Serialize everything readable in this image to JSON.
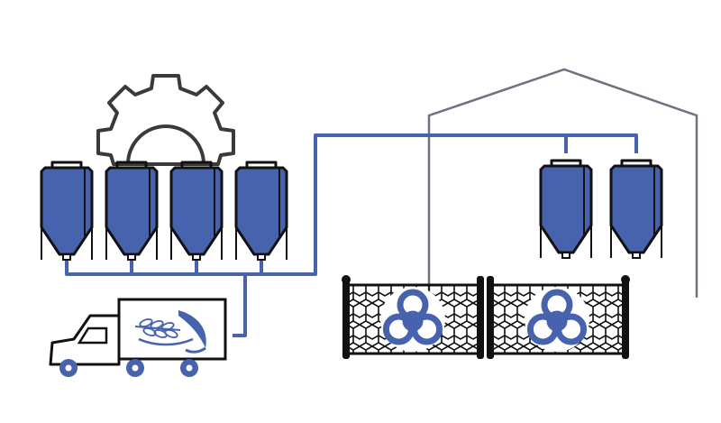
{
  "diagram": {
    "kind": "brewery process icon",
    "colors": {
      "accent": "#4763ad",
      "outline": "#111111",
      "gear": "#3a3a3a",
      "building": "#6b7480",
      "background": "#ffffff"
    },
    "icons": {
      "gear": "gear-icon",
      "tank": "fermentation-tank-icon",
      "truck": "delivery-truck-icon",
      "wheat": "wheat-logo-icon",
      "fence": "chain-link-fence-icon",
      "biohazard": "biohazard-icon",
      "building": "warehouse-outline-icon"
    },
    "tank_groups": [
      {
        "name": "production-tanks",
        "count": 4
      },
      {
        "name": "warehouse-tanks",
        "count": 2
      }
    ],
    "fence_panels": 2
  }
}
